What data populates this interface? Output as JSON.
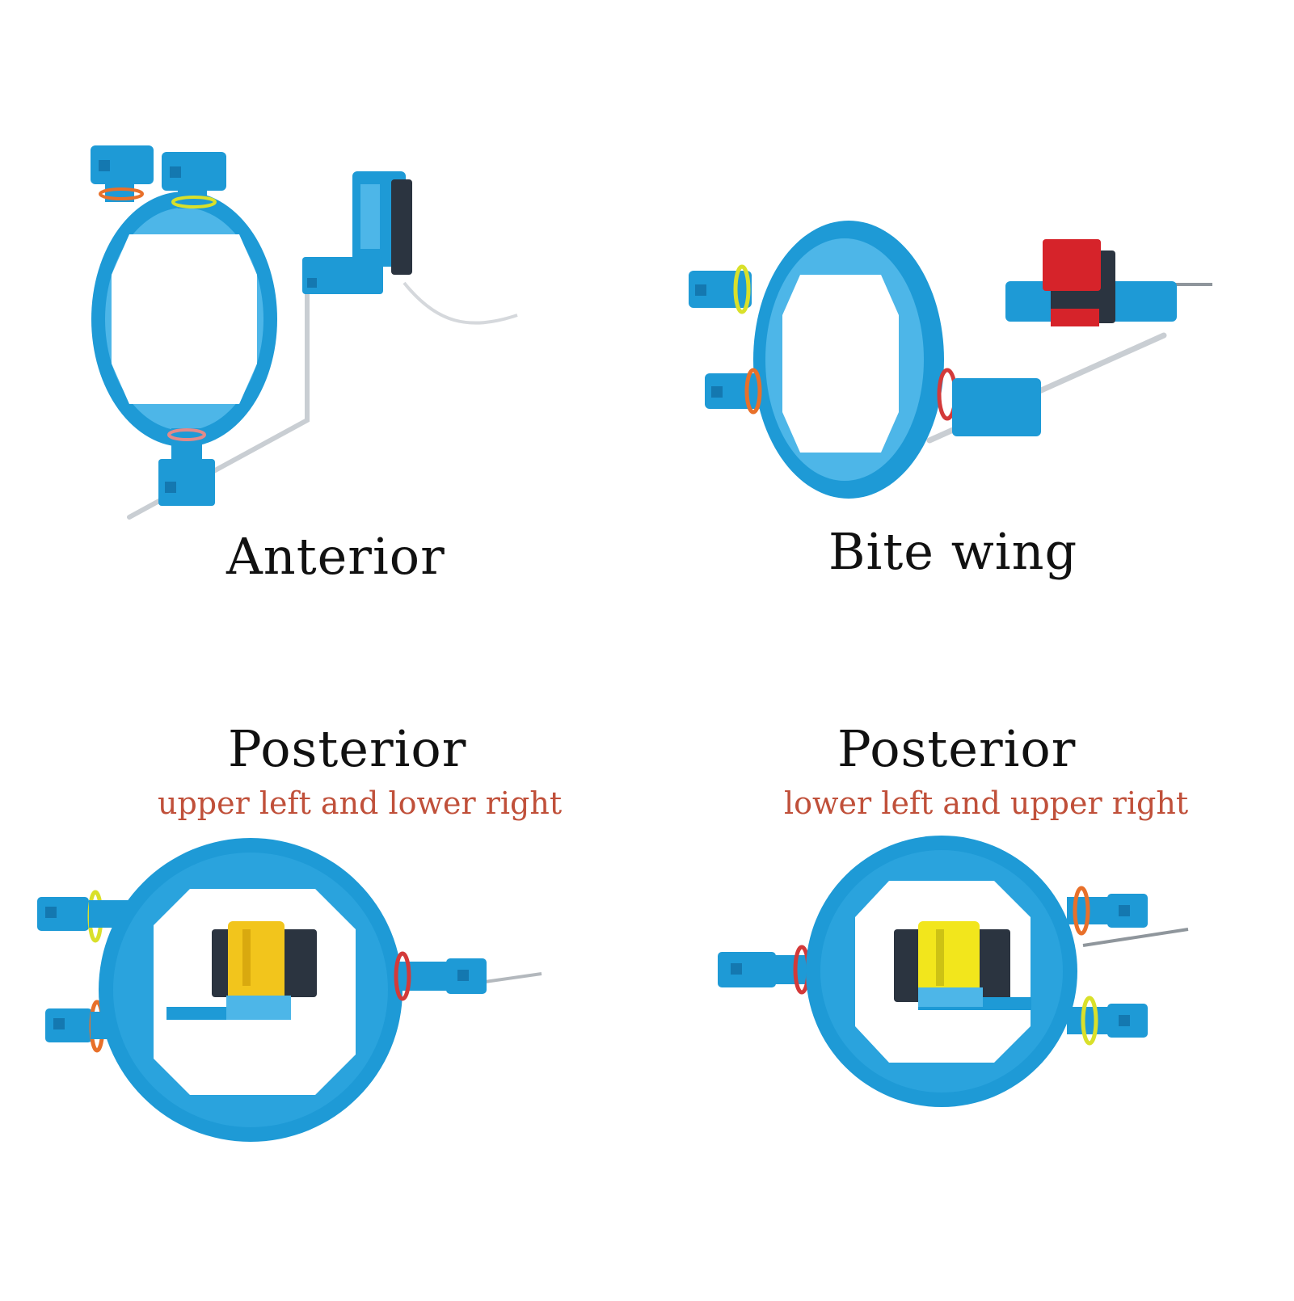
{
  "colors": {
    "ring_blue": "#1e9ad6",
    "ring_blue_dark": "#1478b0",
    "ring_blue_light": "#4db6e8",
    "sensor_dark": "#2b3440",
    "yellow_block": "#f2c51c",
    "red_block": "#d6232a",
    "orange_band": "#e8702a",
    "yellow_band": "#d9e02a",
    "red_band": "#d33a3a",
    "rod_silver": "#c9ced3",
    "caption_red": "#c0503a",
    "label_black": "#111111"
  },
  "panels": {
    "anterior": {
      "label": "Anterior"
    },
    "bite_wing": {
      "label": "Bite wing"
    },
    "posterior_left": {
      "label": "Posterior",
      "sublabel": "upper left and lower right"
    },
    "posterior_right": {
      "label": "Posterior",
      "sublabel": "lower left and upper right"
    }
  }
}
